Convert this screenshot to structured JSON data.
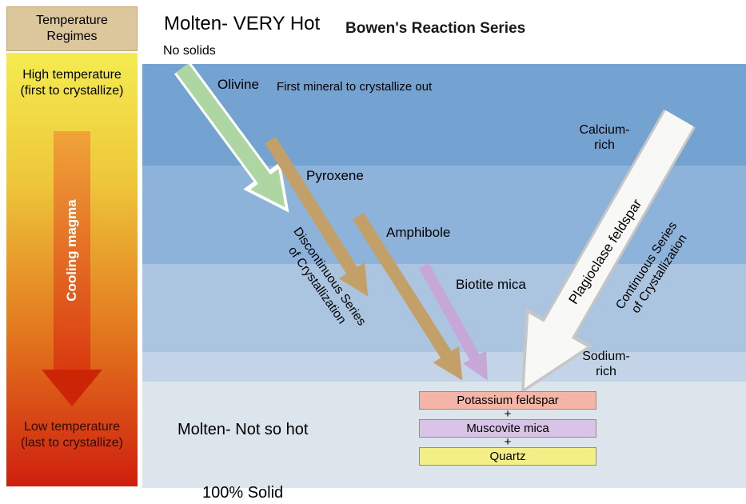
{
  "colors": {
    "band1": "#74a2d1",
    "band2": "#8eb3da",
    "band3": "#abc5e0",
    "band4": "#c4d4e8",
    "band5": "#dde5ec",
    "sidebar_header_bg": "#dcc69c",
    "gradient_top": "#f4ec50",
    "gradient_bottom": "#cf1f0f",
    "arrow_green": "#aed6a3",
    "arrow_tan": "#c3a067",
    "arrow_purple": "#c7a7d8",
    "arrow_white": "#f8f8f6",
    "potassium_bg": "#f5b4a8",
    "muscovite_bg": "#d9c4e8",
    "quartz_bg": "#f3ef86"
  },
  "header": {
    "molten_hot": "Molten- VERY Hot",
    "title": "Bowen's Reaction Series",
    "no_solids": "No solids"
  },
  "sidebar": {
    "title": "Temperature Regimes",
    "high_temp": "High temperature (first to crystallize)",
    "arrow_label": "Cooling magma",
    "low_temp": "Low temperature (last to crystallize)"
  },
  "minerals": {
    "olivine": "Olivine",
    "olivine_note": "First mineral to crystallize out",
    "pyroxene": "Pyroxene",
    "amphibole": "Amphibole",
    "biotite": "Biotite mica"
  },
  "series": {
    "discontinuous_line1": "Discontinuous Series",
    "discontinuous_line2": "of Crystallization",
    "plagioclase": "Plagioclase feldspar",
    "continuous_line1": "Continuous Series",
    "continuous_line2": "of Crystallization",
    "calcium": "Calcium-rich",
    "sodium": "Sodium-rich"
  },
  "bottom": {
    "molten_not_hot": "Molten- Not so hot",
    "plus": "+",
    "boxes": [
      "Potassium feldspar",
      "Muscovite mica",
      "Quartz"
    ],
    "solid": "100% Solid"
  }
}
